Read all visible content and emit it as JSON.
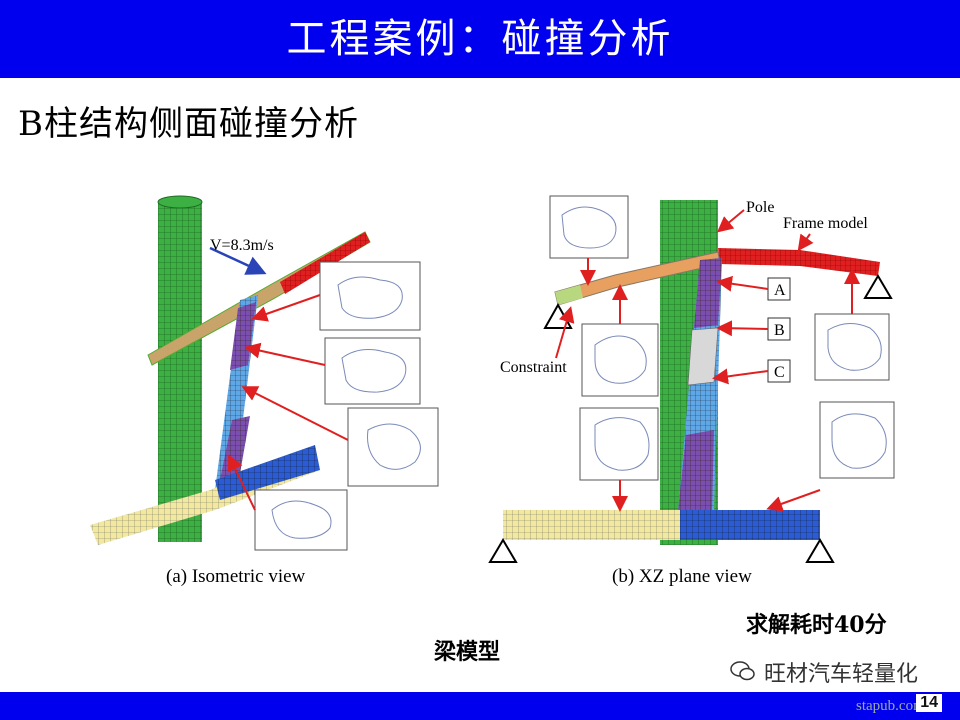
{
  "slide": {
    "title": "工程案例：碰撞分析",
    "subtitle": "B柱结构侧面碰撞分析",
    "page_number": "14"
  },
  "figure": {
    "left_caption": "(a) Isometric view",
    "right_caption": "(b) XZ plane view",
    "velocity_label": "V=8.3m/s",
    "pole_label": "Pole",
    "frame_model_label": "Frame model",
    "constraint_label": "Constraint",
    "section_labels": [
      "A",
      "B",
      "C"
    ]
  },
  "notes": {
    "solve_time": "求解耗时40分",
    "model_type": "梁模型"
  },
  "watermark": {
    "text": "旺材汽车轻量化",
    "url": "stapub.com",
    "icon": "wechat-icon"
  },
  "colors": {
    "title_bar": "#0000ee",
    "pole": "#3cb043",
    "arrow": "#e02020"
  }
}
